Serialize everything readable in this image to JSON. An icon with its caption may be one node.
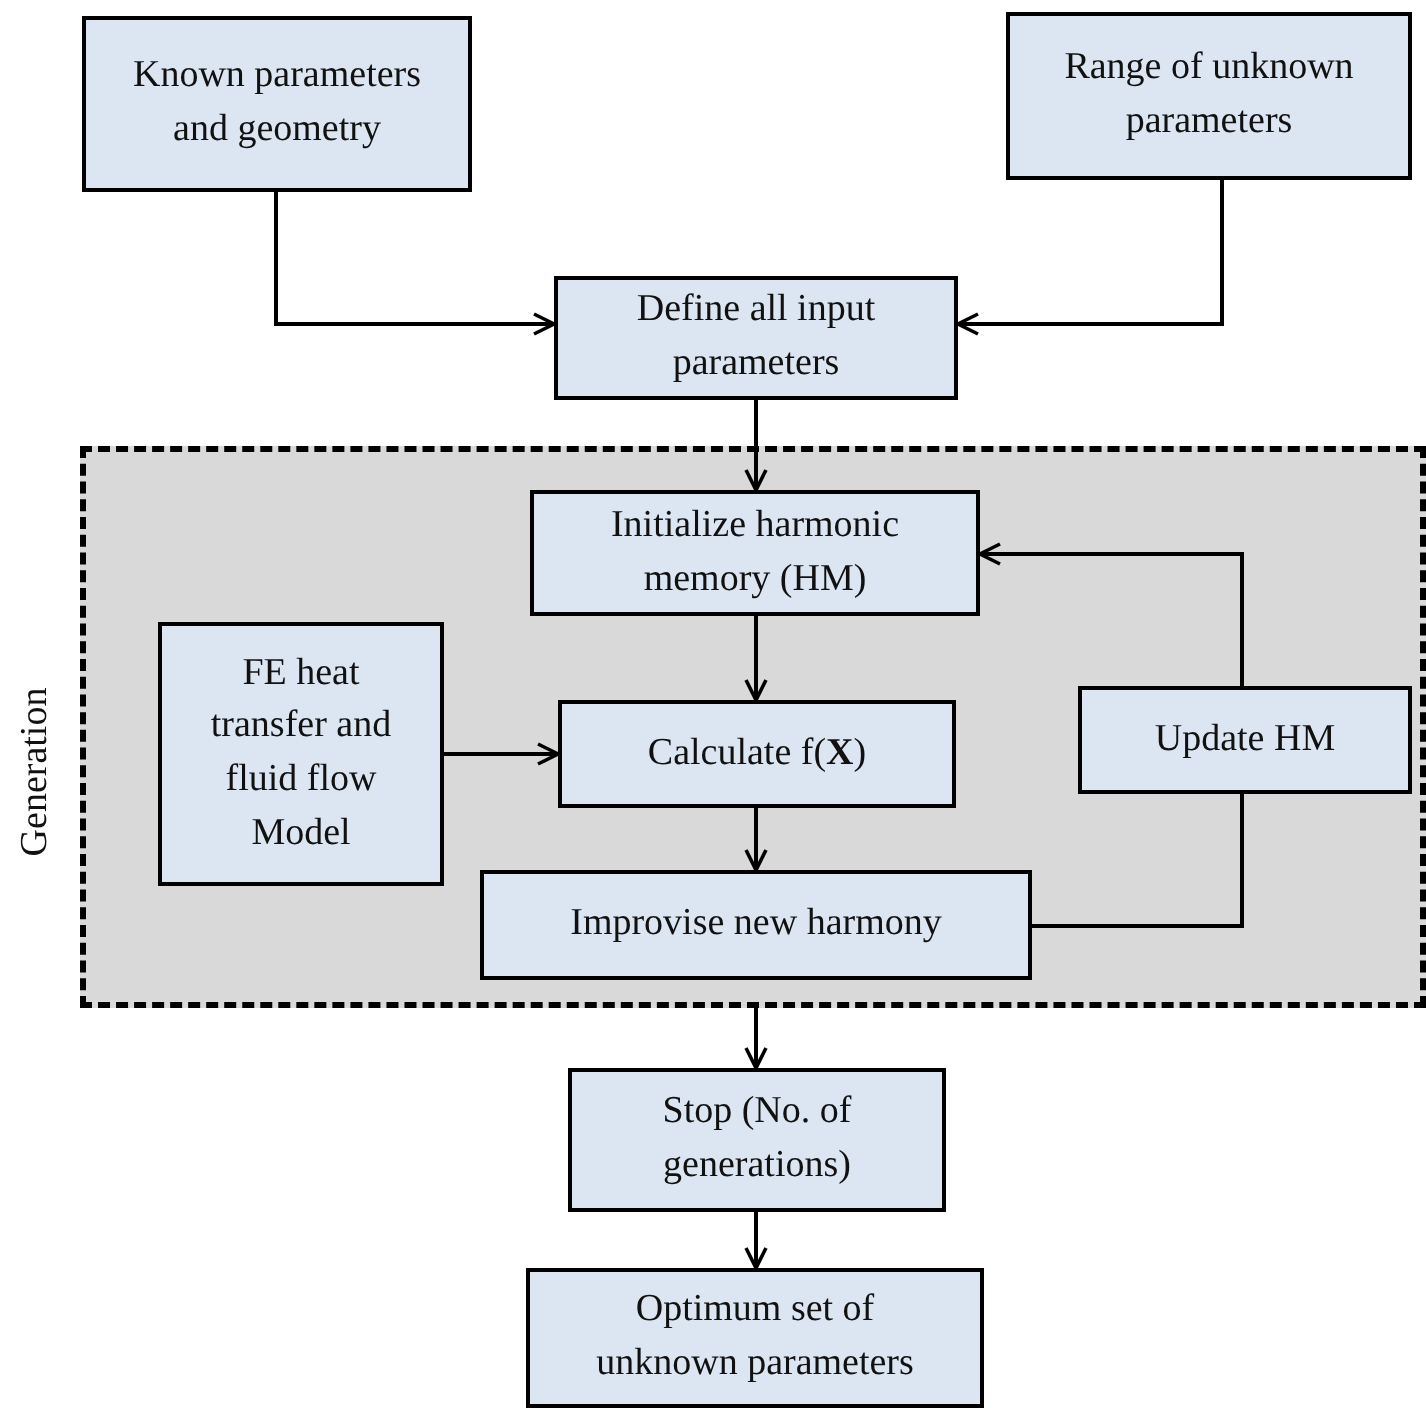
{
  "diagram": {
    "nodes": [
      {
        "text": [
          "Known parameters and geometry"
        ]
      },
      {
        "text": [
          "Range of unknown parameters"
        ]
      },
      {
        "text": [
          "Define all input parameters"
        ]
      },
      {
        "text": [
          "Generation"
        ]
      },
      {
        "text": [
          "Initialize harmonic memory (HM)"
        ],
        "in": 3
      },
      {
        "text": [
          "FE heat transfer and fluid flow Model"
        ],
        "in": 3
      },
      {
        "text": [
          "Calculate f(**X**)"
        ],
        "in": 3
      },
      {
        "text": [
          "Update HM"
        ],
        "in": 3
      },
      {
        "text": [
          "Improvise new harmony"
        ],
        "in": 3
      },
      {
        "text": [
          "Stop (No. of generations)"
        ]
      },
      {
        "text": [
          "Optimum set of unknown parameters"
        ]
      }
    ],
    "edges": [
      {
        "from": 0,
        "to": 2,
        "arrow": "to"
      },
      {
        "from": 1,
        "to": 2,
        "arrow": "to"
      },
      {
        "from": 2,
        "to": 4,
        "arrow": "to"
      },
      {
        "from": 4,
        "to": 6,
        "arrow": "to"
      },
      {
        "from": 5,
        "to": 6,
        "arrow": "to"
      },
      {
        "from": 6,
        "to": 8,
        "arrow": "to"
      },
      {
        "from": 8,
        "to": 7,
        "arrow": "none"
      },
      {
        "from": 7,
        "to": 4,
        "arrow": "to"
      },
      {
        "from": 3,
        "to": 9,
        "arrow": "to"
      },
      {
        "from": 9,
        "to": 10,
        "arrow": "to"
      }
    ]
  }
}
